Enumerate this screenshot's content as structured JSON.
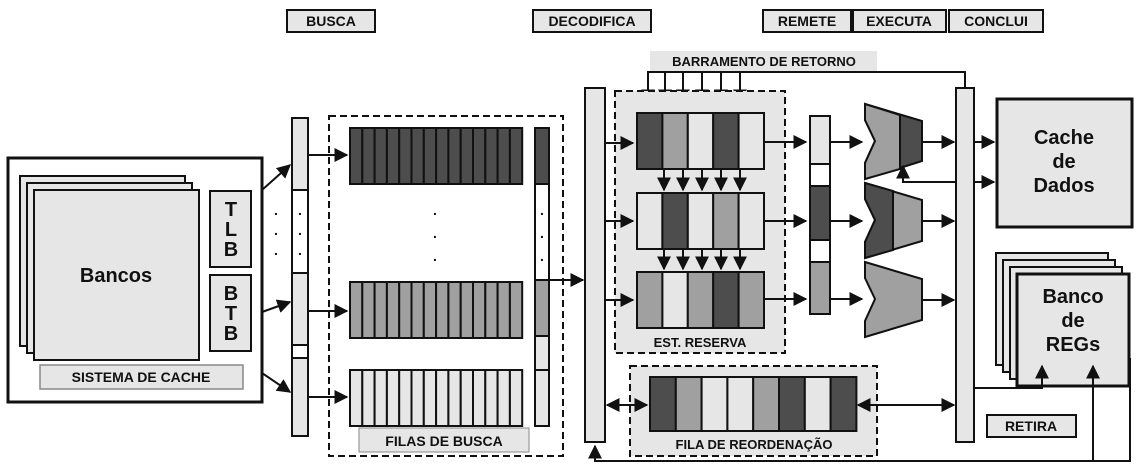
{
  "stages": {
    "fetch": "BUSCA",
    "decode": "DECODIFICA",
    "issue": "REMETE",
    "execute": "EXECUTA",
    "complete": "CONCLUI",
    "retire": "RETIRA"
  },
  "cache_system": {
    "banks": "Bancos",
    "tlb": [
      "T",
      "L",
      "B"
    ],
    "btb": [
      "B",
      "T",
      "B"
    ],
    "title": "SISTEMA DE CACHE"
  },
  "fetch_queues": {
    "title": "FILAS DE BUSCA"
  },
  "return_bus": "BARRAMENTO DE RETORNO",
  "reservation_stations": {
    "title": "EST. RESERVA"
  },
  "reorder_buffer": {
    "title": "FILA DE REORDENAÇÃO"
  },
  "data_cache": [
    "Cache",
    "de",
    "Dados"
  ],
  "register_bank": [
    "Banco",
    "de",
    "REGs"
  ],
  "colors": {
    "dark": "#4d4d4d",
    "mid": "#a0a0a0",
    "light": "#e6e6e6",
    "box": "#ececec",
    "line": "#111111"
  }
}
